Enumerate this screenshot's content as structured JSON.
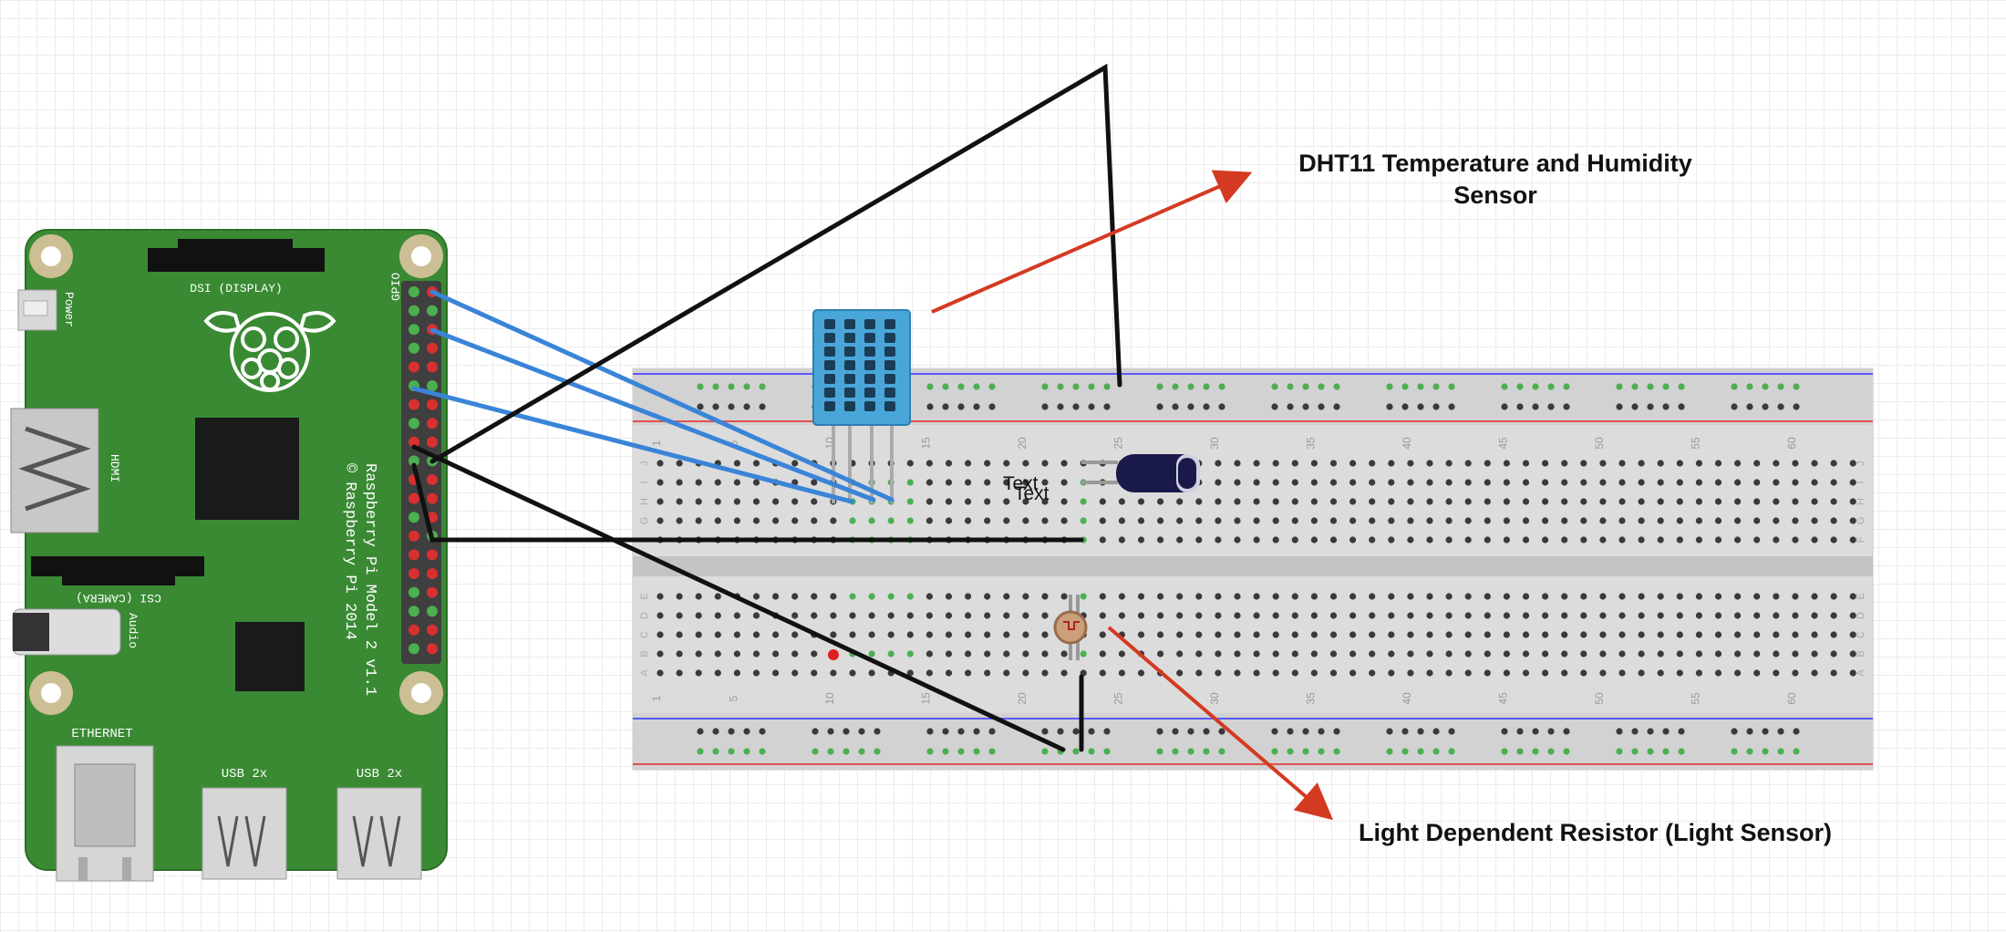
{
  "pi": {
    "power_label": "Power",
    "dsi_label": "DSI (DISPLAY)",
    "gpio_label": "GPIO",
    "hdmi_label": "HDMI",
    "csi_label": "CSI (CAMERA)",
    "audio_label": "Audio",
    "model_line1": "Raspberry Pi Model 2 v1.1",
    "model_line2": "© Raspberry Pi 2014",
    "ethernet_label": "ETHERNET",
    "usb_label_1": "USB 2x",
    "usb_label_2": "USB 2x"
  },
  "breadboard": {
    "column_numbers": [
      "1",
      "5",
      "10",
      "15",
      "20",
      "25",
      "30",
      "35",
      "40",
      "45",
      "50",
      "55",
      "60"
    ],
    "row_letters_top": [
      "J",
      "I",
      "H",
      "G",
      "F"
    ],
    "row_letters_bottom": [
      "E",
      "D",
      "C",
      "B",
      "A"
    ]
  },
  "labels": {
    "text_a": "Text",
    "text_b": "Text"
  },
  "callouts": {
    "dht11_line1": "DHT11 Temperature and Humidity",
    "dht11_line2": "Sensor",
    "ldr": "Light Dependent Resistor (Light Sensor)"
  },
  "colors": {
    "pi_board": "#3a8a34",
    "wire_blue": "#3a84d8",
    "wire_black": "#111111",
    "arrow_red": "#d43a22",
    "dht11_body": "#4aa6d8",
    "capacitor": "#1a1a4a"
  }
}
